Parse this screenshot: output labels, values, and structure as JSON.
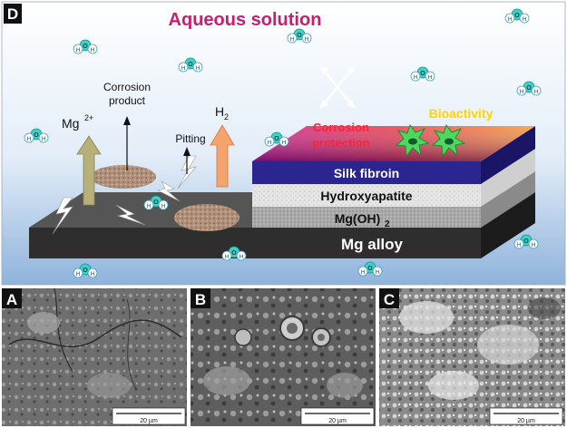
{
  "panels": {
    "D": "D",
    "A": "A",
    "B": "B",
    "C": "C"
  },
  "diagram": {
    "title": "Aqueous solution",
    "corrosion_product_line1": "Corrosion",
    "corrosion_product_line2": "product",
    "mg_ion": "Mg",
    "mg_ion_charge": "2+",
    "pitting": "Pitting",
    "hydrogen": "H",
    "hydrogen_sub": "2",
    "corrosion_protection_line1": "Corrosion",
    "corrosion_protection_line2": "protection",
    "bioactivity": "Bioactivity",
    "layer_silk": "Silk fibroin",
    "layer_hap": "Hydroxyapatite",
    "layer_mgoh": "Mg(OH)",
    "layer_mgoh_sub": "2",
    "layer_mg": "Mg alloy",
    "molecule_o": "O",
    "molecule_h": "H"
  },
  "micrographs": [
    {
      "label": "A",
      "scale": "20 µm"
    },
    {
      "label": "B",
      "scale": "20 µm"
    },
    {
      "label": "C",
      "scale": "20 µm"
    }
  ],
  "colors": {
    "title": "#c81e6e",
    "protection_text": "#ff2233",
    "bioactivity_text": "#ffd400",
    "silk_layer": "#2b2590",
    "mg_alloy": "#2e2e2e",
    "mg_arrow": "#b8b07a",
    "h2_arrow": "#f3a46e"
  }
}
